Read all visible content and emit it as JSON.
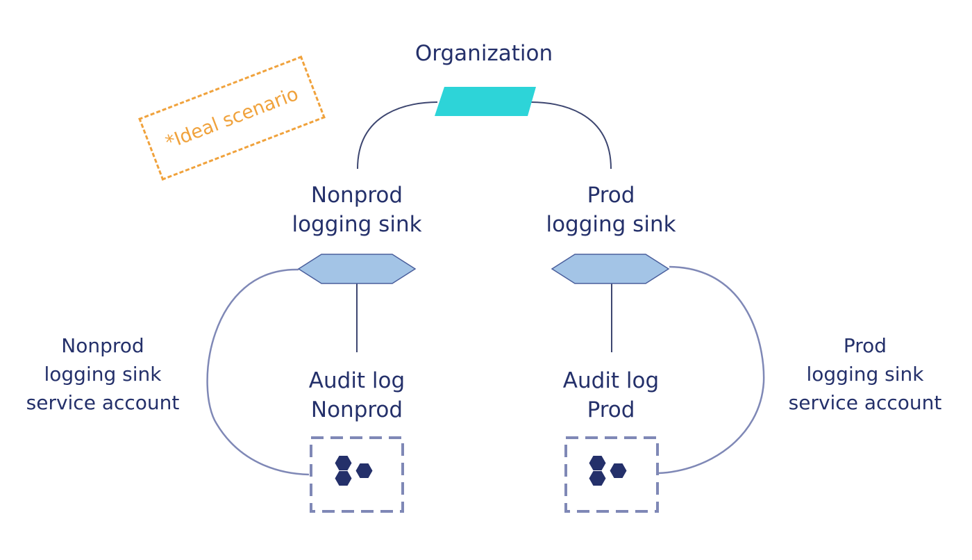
{
  "labels": {
    "organization": "Organization",
    "nonprod_sink": [
      "Nonprod",
      "logging sink"
    ],
    "prod_sink": [
      "Prod",
      "logging sink"
    ],
    "nonprod_sa": [
      "Nonprod",
      "logging sink",
      "service account"
    ],
    "prod_sa": [
      "Prod",
      "logging sink",
      "service account"
    ],
    "audit_nonprod": [
      "Audit log",
      "Nonprod"
    ],
    "audit_prod": [
      "Audit log",
      "Prod"
    ]
  },
  "note": "*Ideal scenario",
  "colors": {
    "text": "#24306a",
    "org_node": "#2dd4d8",
    "sink_node": "#a3c4e6",
    "sink_stroke": "#4a5f9c",
    "line": "#7f88b6",
    "dark_line": "#3d4670",
    "hex_icon": "#24306a",
    "dashed_box": "#7f88b6",
    "note": "#f0a23c"
  },
  "icons": {
    "org_node": "parallelogram",
    "sink_node": "elongated-hexagon",
    "audit_icon": "hexagon-cluster-icon"
  }
}
